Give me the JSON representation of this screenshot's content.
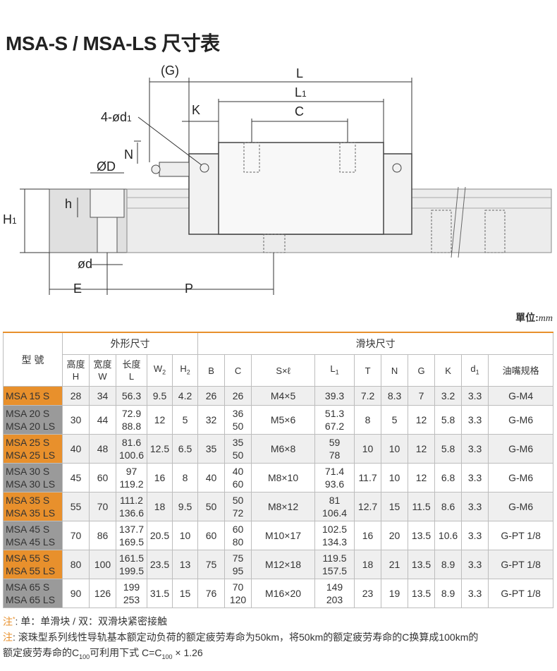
{
  "title": "MSA-S / MSA-LS 尺寸表",
  "drawing": {
    "labels": {
      "G": "(G)",
      "L": "L",
      "L1": "L",
      "L1_sub": "1",
      "C": "C",
      "K": "K",
      "d1": "4-ød",
      "d1_sub": "1",
      "N": "N",
      "D": "ØD",
      "h": "h",
      "H1": "H",
      "H1_sub": "1",
      "d": "ød",
      "E": "E",
      "P": "P"
    }
  },
  "unit_label": "單位:",
  "unit_value": "mm",
  "table": {
    "model_header": "型 號",
    "outer_header": "外形尺寸",
    "block_header": "滑块尺寸",
    "sub_headers": [
      {
        "main": "高度",
        "sym": "H"
      },
      {
        "main": "宽度",
        "sym": "W"
      },
      {
        "main": "长度",
        "sym": "L"
      },
      {
        "main": "",
        "sym": "W",
        "sub": "2"
      },
      {
        "main": "",
        "sym": "H",
        "sub": "2"
      },
      {
        "main": "",
        "sym": "B"
      },
      {
        "main": "",
        "sym": "C"
      },
      {
        "main": "",
        "sym": "S×ℓ"
      },
      {
        "main": "",
        "sym": "L",
        "sub": "1"
      },
      {
        "main": "",
        "sym": "T"
      },
      {
        "main": "",
        "sym": "N"
      },
      {
        "main": "",
        "sym": "G"
      },
      {
        "main": "",
        "sym": "K"
      },
      {
        "main": "",
        "sym": "d",
        "sub": "1"
      },
      {
        "main": "油嘴规格",
        "sym": ""
      }
    ],
    "rows": [
      {
        "models": [
          "MSA 15 S"
        ],
        "color": "orange",
        "H": "28",
        "W": "34",
        "L": [
          "56.3"
        ],
        "W2": "9.5",
        "H2": "4.2",
        "B": "26",
        "C": [
          "26"
        ],
        "S": "M4×5",
        "L1": [
          "39.3"
        ],
        "T": "7.2",
        "N": "8.3",
        "G": "7",
        "K": "3.2",
        "d1": "3.3",
        "nipple": "G-M4"
      },
      {
        "models": [
          "MSA 20 S",
          "MSA 20 LS"
        ],
        "color": "gray",
        "H": "30",
        "W": "44",
        "L": [
          "72.9",
          "88.8"
        ],
        "W2": "12",
        "H2": "5",
        "B": "32",
        "C": [
          "36",
          "50"
        ],
        "S": "M5×6",
        "L1": [
          "51.3",
          "67.2"
        ],
        "T": "8",
        "N": "5",
        "G": "12",
        "K": "5.8",
        "d1": "3.3",
        "nipple": "G-M6"
      },
      {
        "models": [
          "MSA 25 S",
          "MSA 25 LS"
        ],
        "color": "orange",
        "H": "40",
        "W": "48",
        "L": [
          "81.6",
          "100.6"
        ],
        "W2": "12.5",
        "H2": "6.5",
        "B": "35",
        "C": [
          "35",
          "50"
        ],
        "S": "M6×8",
        "L1": [
          "59",
          "78"
        ],
        "T": "10",
        "N": "10",
        "G": "12",
        "K": "5.8",
        "d1": "3.3",
        "nipple": "G-M6"
      },
      {
        "models": [
          "MSA 30 S",
          "MSA 30 LS"
        ],
        "color": "gray",
        "H": "45",
        "W": "60",
        "L": [
          "97",
          "119.2"
        ],
        "W2": "16",
        "H2": "8",
        "B": "40",
        "C": [
          "40",
          "60"
        ],
        "S": "M8×10",
        "L1": [
          "71.4",
          "93.6"
        ],
        "T": "11.7",
        "N": "10",
        "G": "12",
        "K": "6.8",
        "d1": "3.3",
        "nipple": "G-M6"
      },
      {
        "models": [
          "MSA 35 S",
          "MSA 35 LS"
        ],
        "color": "orange",
        "H": "55",
        "W": "70",
        "L": [
          "111.2",
          "136.6"
        ],
        "W2": "18",
        "H2": "9.5",
        "B": "50",
        "C": [
          "50",
          "72"
        ],
        "S": "M8×12",
        "L1": [
          "81",
          "106.4"
        ],
        "T": "12.7",
        "N": "15",
        "G": "11.5",
        "K": "8.6",
        "d1": "3.3",
        "nipple": "G-M6"
      },
      {
        "models": [
          "MSA 45 S",
          "MSA 45 LS"
        ],
        "color": "gray",
        "H": "70",
        "W": "86",
        "L": [
          "137.7",
          "169.5"
        ],
        "W2": "20.5",
        "H2": "10",
        "B": "60",
        "C": [
          "60",
          "80"
        ],
        "S": "M10×17",
        "L1": [
          "102.5",
          "134.3"
        ],
        "T": "16",
        "N": "20",
        "G": "13.5",
        "K": "10.6",
        "d1": "3.3",
        "nipple": "G-PT 1/8"
      },
      {
        "models": [
          "MSA 55 S",
          "MSA 55 LS"
        ],
        "color": "orange",
        "H": "80",
        "W": "100",
        "L": [
          "161.5",
          "199.5"
        ],
        "W2": "23.5",
        "H2": "13",
        "B": "75",
        "C": [
          "75",
          "95"
        ],
        "S": "M12×18",
        "L1": [
          "119.5",
          "157.5"
        ],
        "T": "18",
        "N": "21",
        "G": "13.5",
        "K": "8.9",
        "d1": "3.3",
        "nipple": "G-PT 1/8"
      },
      {
        "models": [
          "MSA 65 S",
          "MSA 65 LS"
        ],
        "color": "gray",
        "H": "90",
        "W": "126",
        "L": [
          "199",
          "253"
        ],
        "W2": "31.5",
        "H2": "15",
        "B": "76",
        "C": [
          "70",
          "120"
        ],
        "S": "M16×20",
        "L1": [
          "149",
          "203"
        ],
        "T": "23",
        "N": "19",
        "G": "13.5",
        "K": "8.9",
        "d1": "3.3",
        "nipple": "G-PT 1/8"
      }
    ]
  },
  "notes": {
    "note1_mark": "注",
    "note1_star": "*",
    "note1_text": ": 单：单滑块 / 双：双滑块紧密接触",
    "note2_mark": "注",
    "note2_line1": ": 滚珠型系列线性导轨基本额定动负荷的额定疲劳寿命为50km，将50km的额定疲劳寿命的C换算成100km的",
    "note2_line2a": "额定疲劳寿命的C",
    "note2_sub": "100",
    "note2_line2b": "可利用下式 C=C",
    "note2_sub2": "100",
    "note2_line2c": " × 1.26"
  },
  "colors": {
    "orange": "#e8902c",
    "gray": "#9a9a9a",
    "shade": "#efefef"
  }
}
